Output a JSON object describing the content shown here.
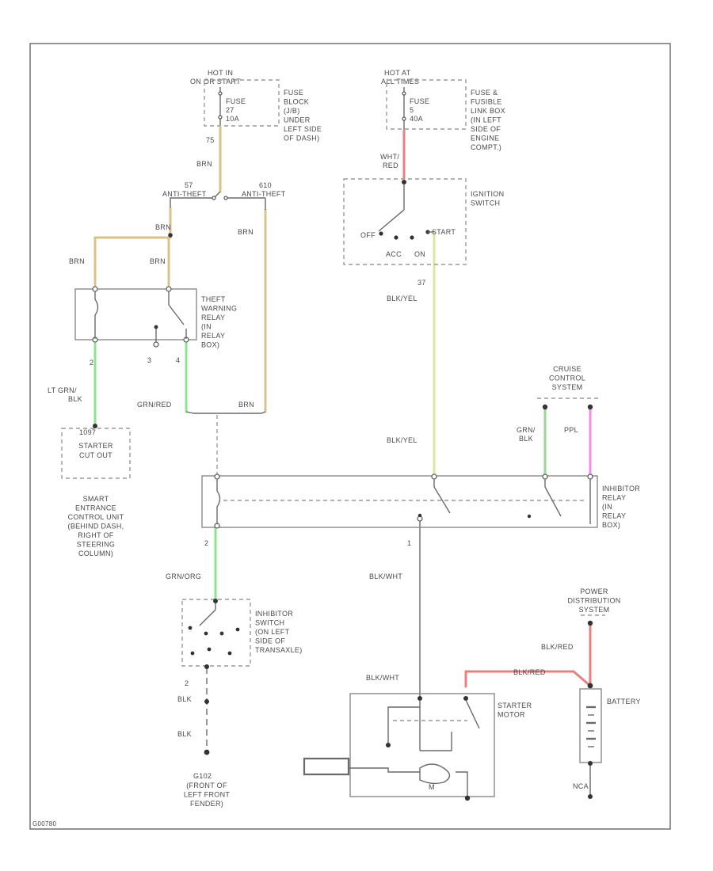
{
  "colors": {
    "brn": "#d9c38a",
    "ltgrn": "#8fe58f",
    "blkyel": "#d8e8a0",
    "red": "#e88080",
    "ppl": "#f08cf0",
    "grn": "#9ad89a",
    "line": "#6a6a6a"
  },
  "fuse_block": {
    "hot_label_1": "HOT IN",
    "hot_label_2": "ON OR START",
    "fuse_name": "FUSE",
    "fuse_num": "27",
    "fuse_amp": "10A",
    "desc": [
      "FUSE",
      "BLOCK",
      "(J/B)",
      "UNDER",
      "LEFT SIDE",
      "OF DASH)"
    ]
  },
  "fusible_link": {
    "hot_label_1": "HOT AT",
    "hot_label_2": "ALL TIMES",
    "fuse_name": "FUSE",
    "fuse_num": "5",
    "fuse_amp": "40A",
    "desc": [
      "FUSE &",
      "FUSIBLE",
      "LINK BOX",
      "(IN LEFT",
      "SIDE OF",
      "ENGINE",
      "COMPT.)"
    ]
  },
  "wires": {
    "w75": "75",
    "brn_1": "BRN",
    "brn_2": "BRN",
    "brn_3": "BRN",
    "brn_4": "BRN",
    "brn_5": "BRN",
    "brn_6": "BRN",
    "whtred_1": "WHT/",
    "whtred_2": "RED",
    "w37": "37",
    "blkyel_1": "BLK/YEL",
    "blkyel_2": "BLK/YEL",
    "ltgrn_1": "LT GRN/",
    "ltgrn_2": "BLK",
    "grnred": "GRN/RED",
    "grnblk_1": "GRN/",
    "grnblk_2": "BLK",
    "ppl": "PPL",
    "grnorg": "GRN/ORG",
    "blkwht_1": "BLK/WHT",
    "blkwht_2": "BLK/WHT",
    "blk_1": "BLK",
    "blk_2": "BLK",
    "blkred_1": "BLK/RED",
    "blkred_2": "BLK/RED",
    "pin_2a": "2",
    "pin_3": "3",
    "pin_4": "4",
    "pin_2b": "2",
    "pin_1": "1",
    "pin_2c": "2"
  },
  "anti_theft": {
    "left_num": "57",
    "left_label": "ANTI-THEFT",
    "right_num": "610",
    "right_label": "ANTI-THEFT"
  },
  "ignition": {
    "title": [
      "IGNITION",
      "SWITCH"
    ],
    "off": "OFF",
    "start": "START",
    "acc": "ACC",
    "on": "ON"
  },
  "theft_relay": {
    "title": [
      "THEFT",
      "WARNING",
      "RELAY",
      "(IN",
      "RELAY",
      "BOX)"
    ]
  },
  "starter_cutout": {
    "title": [
      "STARTER",
      "CUT OUT"
    ],
    "pin": "1097",
    "desc": [
      "SMART",
      "ENTRANCE",
      "CONTROL UNIT",
      "(BEHIND DASH,",
      "RIGHT OF",
      "STEERING",
      "COLUMN)"
    ]
  },
  "cruise": {
    "title": [
      "CRUISE",
      "CONTROL",
      "SYSTEM"
    ]
  },
  "inhibitor_relay": {
    "title": [
      "INHIBITOR",
      "RELAY",
      "(IN",
      "RELAY",
      "BOX)"
    ]
  },
  "inhibitor_switch": {
    "title": [
      "INHIBITOR",
      "SWITCH",
      "(ON LEFT",
      "SIDE OF",
      "TRANSAXLE)"
    ]
  },
  "ground": {
    "code": "G102",
    "desc": [
      "(FRONT OF",
      "LEFT FRONT",
      "FENDER)"
    ]
  },
  "power_dist": {
    "title": [
      "POWER",
      "DISTRIBUTION",
      "SYSTEM"
    ]
  },
  "starter": {
    "title": [
      "STARTER",
      "MOTOR"
    ],
    "motor": "M"
  },
  "battery": {
    "title": "BATTERY",
    "ground": "NCA"
  },
  "figure_id": "G00780"
}
